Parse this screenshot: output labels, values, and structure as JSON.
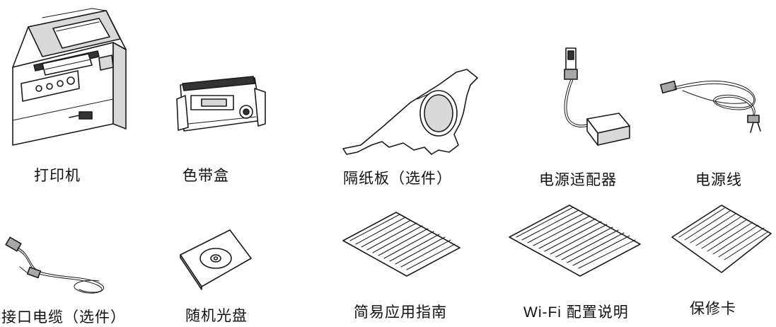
{
  "items": [
    {
      "label": "打印机"
    },
    {
      "label": "色带盒"
    },
    {
      "label": "隔纸板（选件）"
    },
    {
      "label": "电源适配器"
    },
    {
      "label": "电源线"
    },
    {
      "label": "接口电缆（选件）"
    },
    {
      "label": "随机光盘"
    },
    {
      "label": "简易应用指南"
    },
    {
      "label": "Wi-Fi 配置说明"
    },
    {
      "label": "保修卡"
    }
  ]
}
